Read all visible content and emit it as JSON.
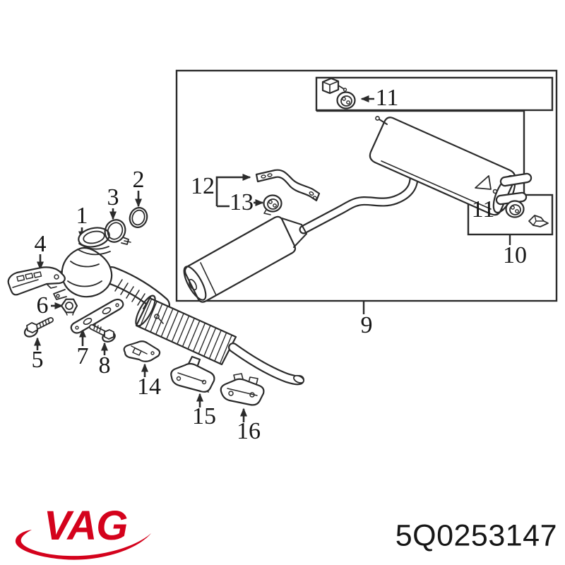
{
  "brand": {
    "logo_text": "VAG",
    "logo_color": "#d4021c"
  },
  "part_number": {
    "value": "5Q0253147"
  },
  "diagram": {
    "description": "Exploded line drawing of an exhaust system: front downpipe with catalytic converter, middle silencer, rear silencer with mounting hardware",
    "background": "#ffffff",
    "line_color": "#2b2b2b",
    "callouts": [
      {
        "label": "1"
      },
      {
        "label": "2"
      },
      {
        "label": "3"
      },
      {
        "label": "4"
      },
      {
        "label": "5"
      },
      {
        "label": "6"
      },
      {
        "label": "7"
      },
      {
        "label": "8"
      },
      {
        "label": "9"
      },
      {
        "label": "10"
      },
      {
        "label": "11"
      },
      {
        "label": "11"
      },
      {
        "label": "12"
      },
      {
        "label": "13"
      },
      {
        "label": "14"
      },
      {
        "label": "15"
      },
      {
        "label": "16"
      }
    ]
  }
}
